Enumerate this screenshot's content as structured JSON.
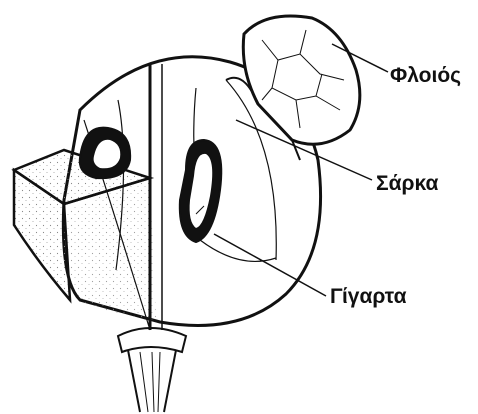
{
  "labels": {
    "skin": "Φλοιός",
    "flesh": "Σάρκα",
    "seed": "Γίγαρτα"
  },
  "colors": {
    "ink": "#111111",
    "fill": "#ffffff",
    "shade": "#ececec"
  }
}
